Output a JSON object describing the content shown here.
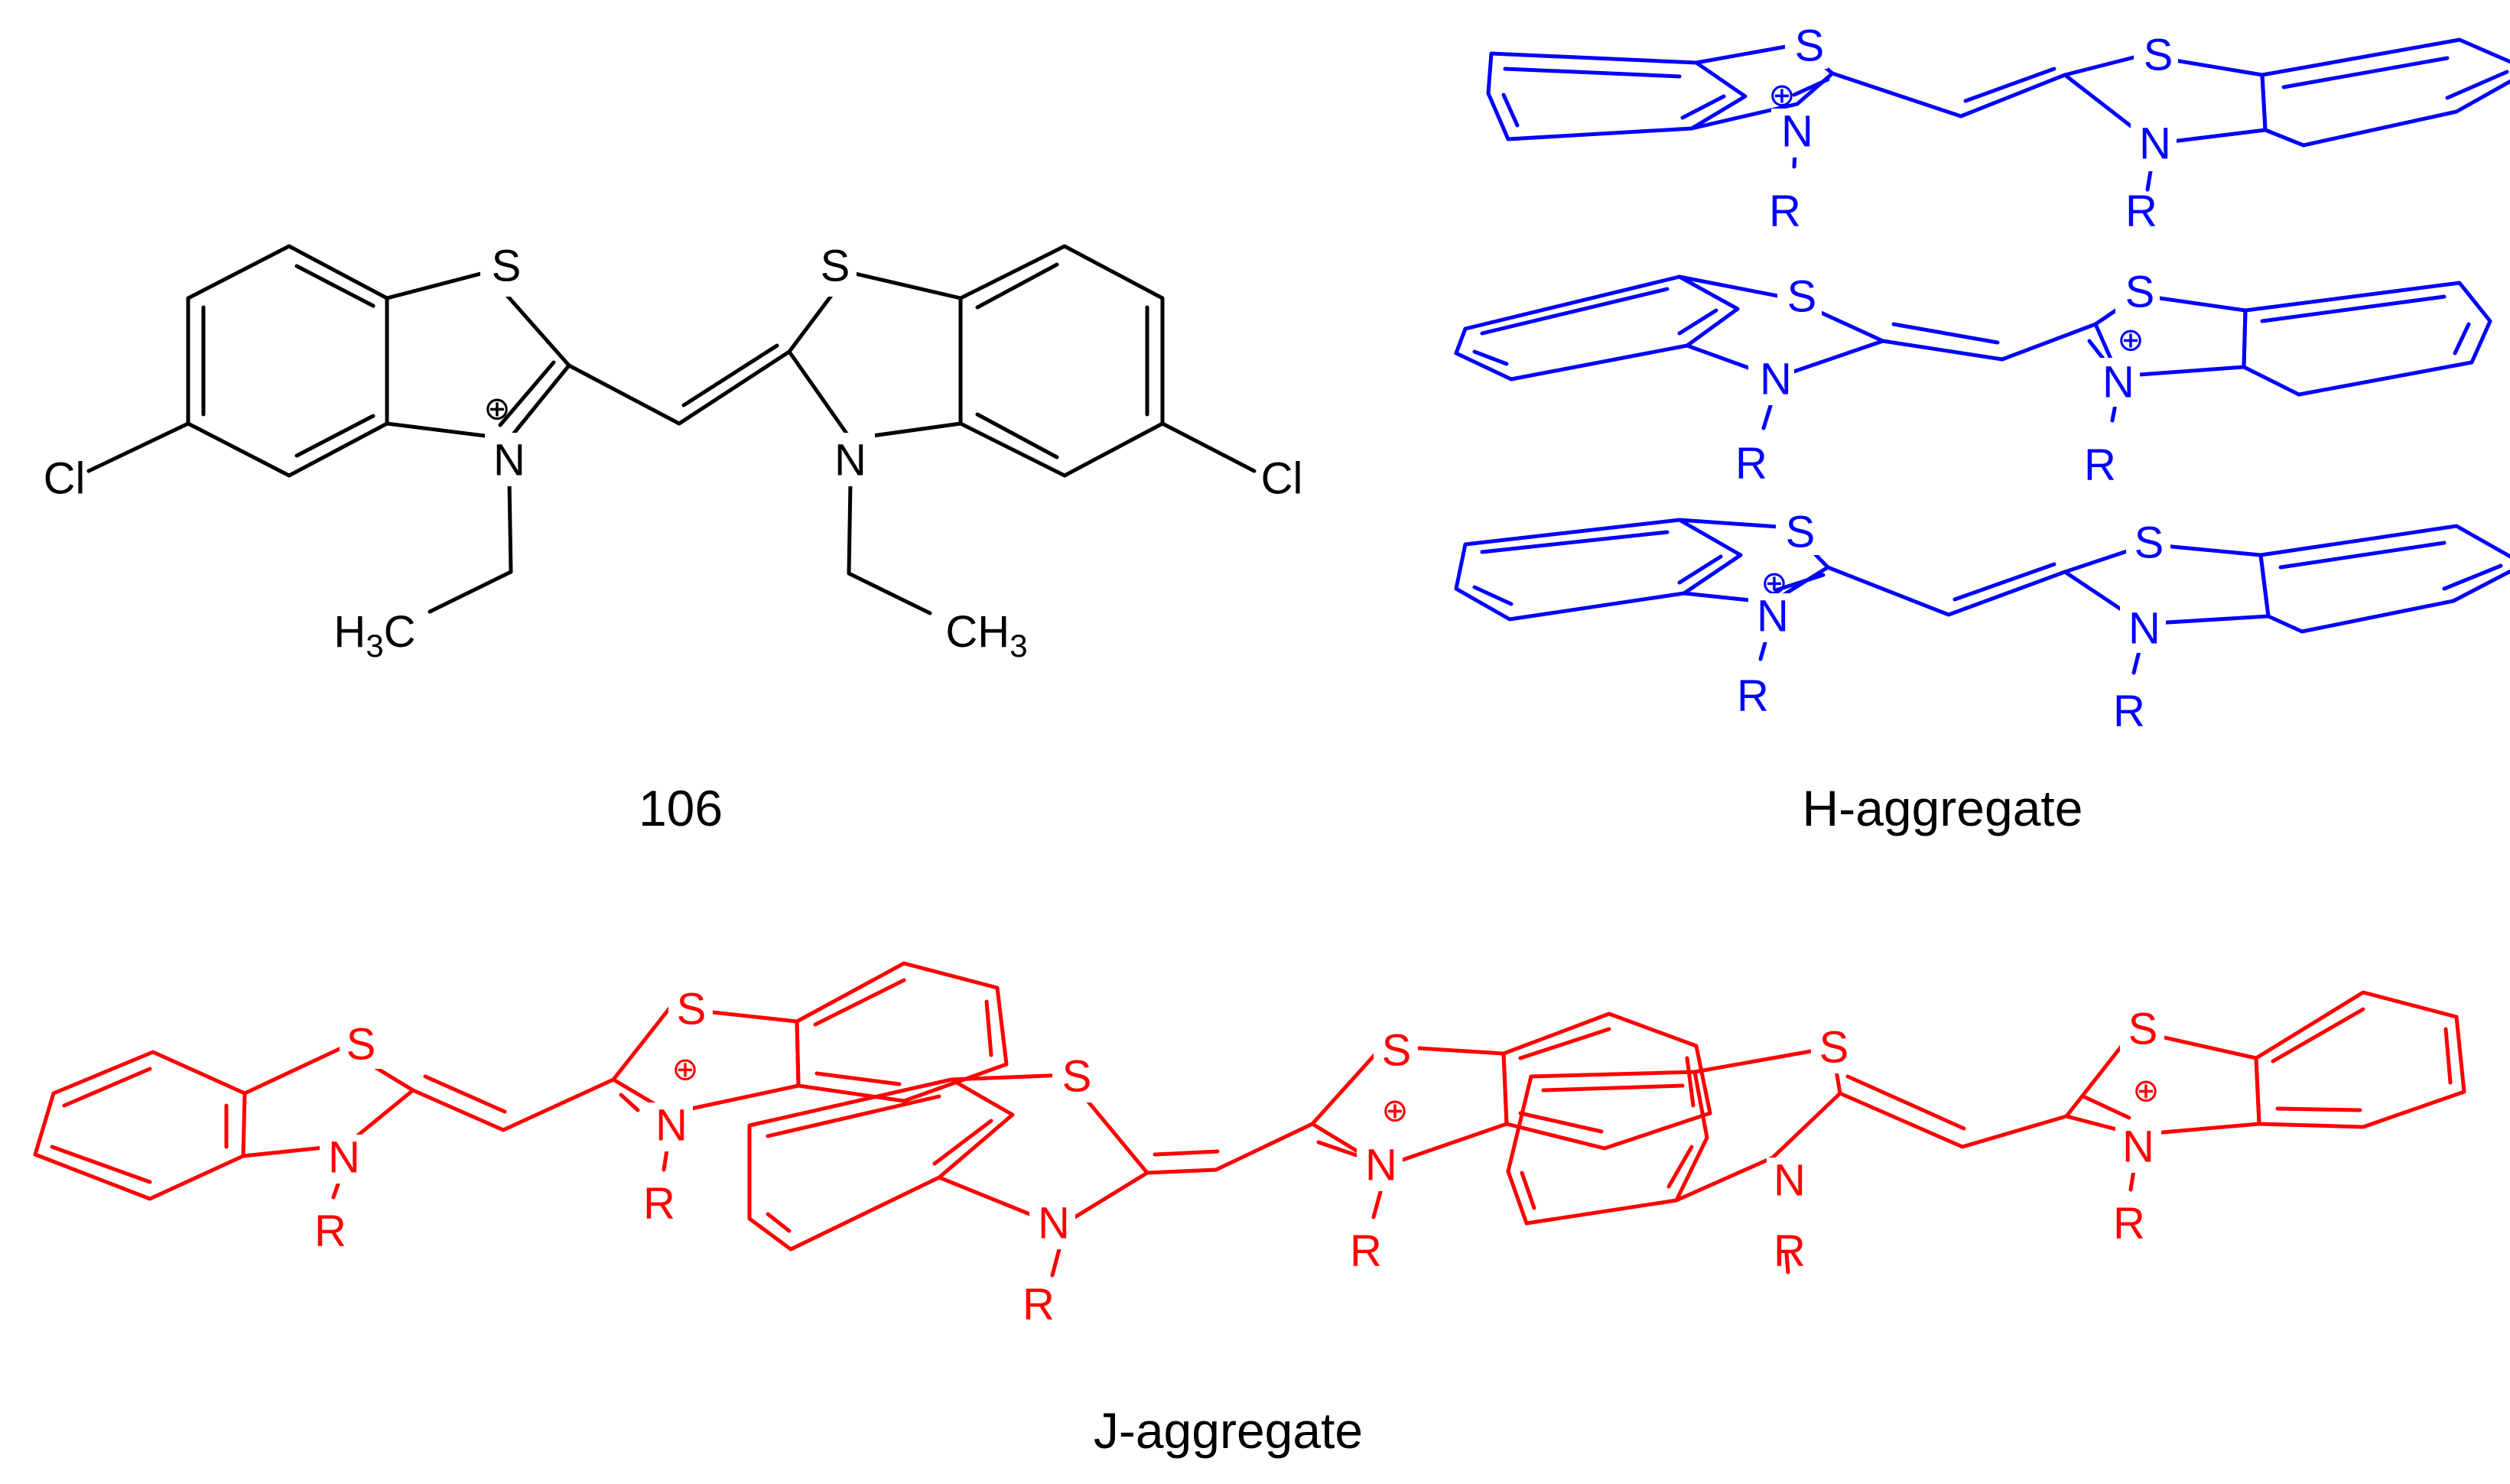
{
  "colors": {
    "monomer": "#000000",
    "h_aggregate": "#0000ff",
    "j_aggregate": "#ff0000"
  },
  "labels": {
    "compound_number": "106",
    "h_aggregate": "H-aggregate",
    "j_aggregate": "J-aggregate"
  },
  "atoms": {
    "sulfur": "S",
    "nitrogen": "N",
    "chlorine": "Cl",
    "substituent": "R",
    "methyl_h": "H",
    "methyl_sub": "3",
    "methyl_c": "C",
    "methyl_ch": "CH",
    "positive_charge": "⊕"
  }
}
